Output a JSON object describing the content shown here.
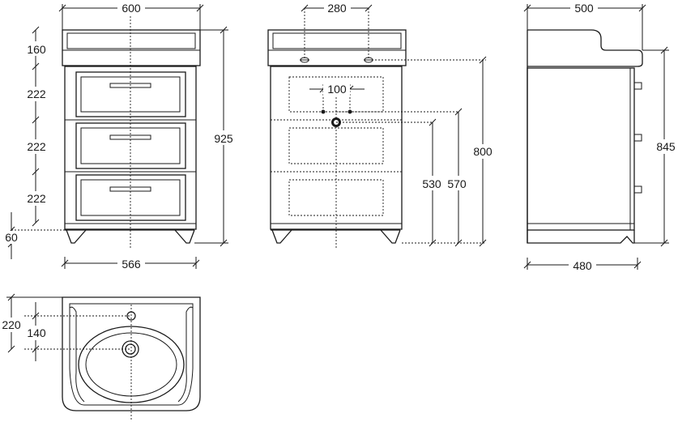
{
  "dimensions": {
    "front_width_top": "600",
    "front_width_bottom": "566",
    "front_height_total": "925",
    "sink_top_height": "160",
    "drawer_1_height": "222",
    "drawer_2_height": "222",
    "drawer_3_height": "222",
    "legs_height": "60",
    "holes_spacing": "280",
    "tap_spacing": "100",
    "height_800": "800",
    "height_570": "570",
    "height_530": "530",
    "side_depth_top": "500",
    "side_depth_bottom": "480",
    "side_height": "845",
    "basin_depth": "220",
    "basin_hole_offset": "140"
  },
  "colors": {
    "line": "#1a1a1a",
    "background": "#ffffff"
  }
}
